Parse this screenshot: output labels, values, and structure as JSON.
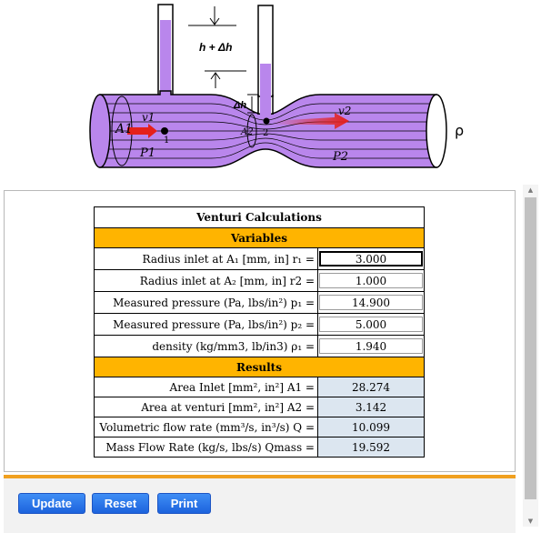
{
  "diagram": {
    "height_label": "h + Δh",
    "delta_h_label": "Δh",
    "area1_label": "A1",
    "area2_label": "A2",
    "velocity1_label": "v1",
    "velocity2_label": "v2",
    "pressure1_label": "P1",
    "pressure2_label": "P2",
    "point1_label": "1",
    "point2_label": "2",
    "density_label": "ρ"
  },
  "calc": {
    "title": "Venturi Calculations",
    "variables_header": "Variables",
    "results_header": "Results",
    "variables": [
      {
        "label": "Radius inlet at A₁ [mm, in] r₁ =",
        "value": "3.000"
      },
      {
        "label": "Radius inlet at A₂ [mm, in] r2 =",
        "value": "1.000"
      },
      {
        "label": "Measured pressure (Pa, lbs/in²) p₁ =",
        "value": "14.900"
      },
      {
        "label": "Measured pressure (Pa, lbs/in²) p₂ =",
        "value": "5.000"
      },
      {
        "label": "density (kg/mm3, lb/in3) ρ₁ =",
        "value": "1.940"
      }
    ],
    "results": [
      {
        "label": "Area Inlet  [mm², in²] A1 =",
        "value": "28.274"
      },
      {
        "label": "Area at venturi  [mm², in²] A2 =",
        "value": "3.142"
      },
      {
        "label": "Volumetric flow rate (mm³/s, in³/s) Q =",
        "value": "10.099"
      },
      {
        "label": "Mass Flow Rate (kg/s, lbs/s) Qmass =",
        "value": "19.592"
      }
    ]
  },
  "buttons": {
    "update": "Update",
    "reset": "Reset",
    "print": "Print"
  },
  "scrollbar": {
    "up_icon": "triangle-up",
    "down_icon": "triangle-down"
  },
  "colors": {
    "fluid": "#b986ec",
    "arrow": "#e5201a",
    "section": "#ffb400",
    "result": "#dce6f0",
    "button": "#2a72e8"
  }
}
